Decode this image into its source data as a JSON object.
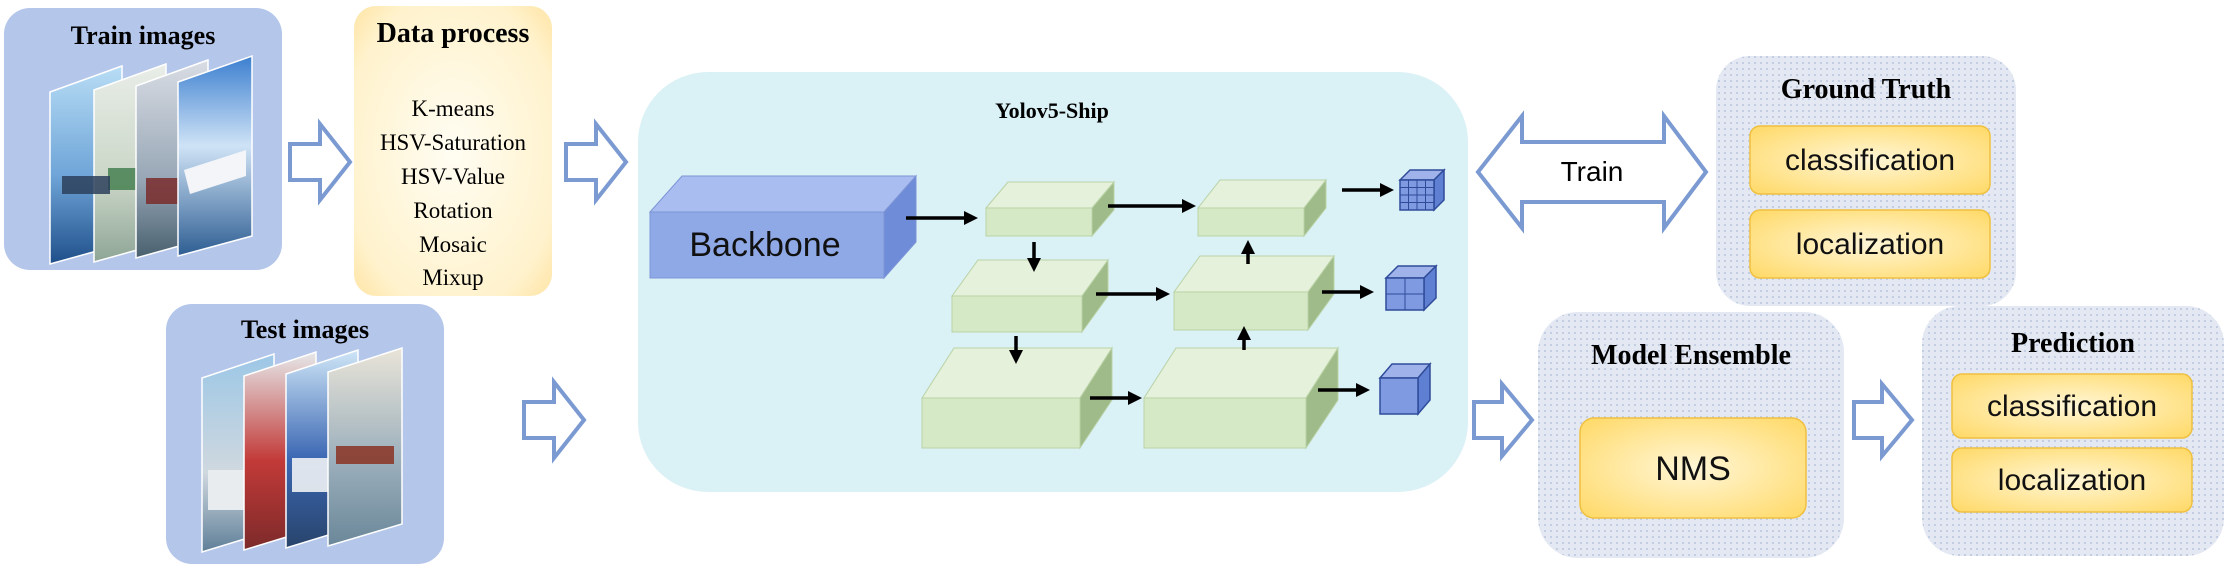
{
  "train_images": {
    "title": "Train images"
  },
  "test_images": {
    "title": "Test images"
  },
  "data_process": {
    "title": "Data process",
    "items": [
      "K-means",
      "HSV-Saturation",
      "HSV-Value",
      "Rotation",
      "Mosaic",
      "Mixup"
    ]
  },
  "model": {
    "title": "Yolov5-Ship",
    "backbone_label": "Backbone"
  },
  "train_arrow": {
    "label": "Train"
  },
  "ground_truth": {
    "title": "Ground Truth",
    "items": [
      "classification",
      "localization"
    ]
  },
  "model_ensemble": {
    "title": "Model Ensemble",
    "nms_label": "NMS"
  },
  "prediction": {
    "title": "Prediction",
    "items": [
      "classification",
      "localization"
    ]
  },
  "colors": {
    "image_panel": "#b4c6ea",
    "data_process_fill": "#fff2cc",
    "model_panel": "#daf1f6",
    "backbone_fill": "#8fa9e6",
    "feature_fill": "#d6e9c6",
    "dotted_panel": "#dde3ef",
    "yellow_box": "#ffe699",
    "arrow_outline": "#7b9ad2"
  }
}
